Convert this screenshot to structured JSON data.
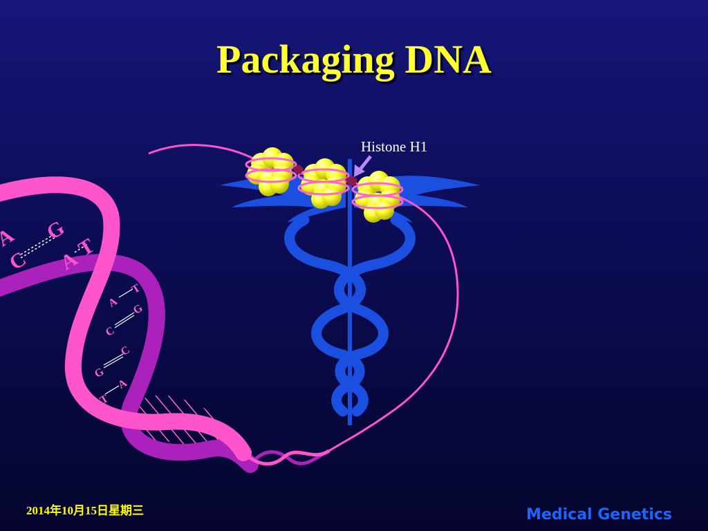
{
  "slide": {
    "title": "Packaging DNA",
    "footer_date": "2014年10月15日星期三",
    "footer_brand": "Medical Genetics"
  },
  "diagram": {
    "label_histone": "Histone H1",
    "base_pairs_large": [
      {
        "left": "A",
        "right": ""
      },
      {
        "left": "C",
        "right": "G"
      },
      {
        "left": "A",
        "right": "T"
      }
    ],
    "base_pairs_small": [
      {
        "left": "A",
        "right": "T"
      },
      {
        "left": "C",
        "right": "G"
      },
      {
        "left": "G",
        "right": "C"
      },
      {
        "left": "T",
        "right": "A"
      }
    ]
  },
  "colors": {
    "title": "#ffff33",
    "strand_pink": "#ff55cc",
    "strand_purple": "#aa22bb",
    "nucleosome": "#ffff33",
    "caduceus": "#1a4fe0",
    "footer_brand": "#1a66ff"
  }
}
